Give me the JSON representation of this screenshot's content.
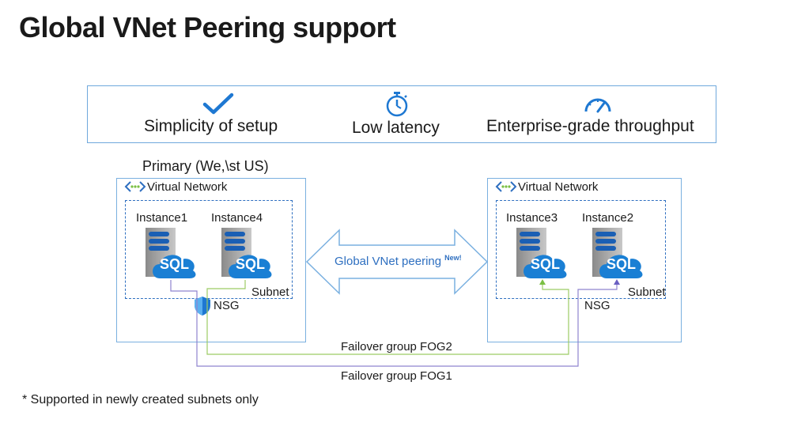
{
  "slide": {
    "title": "Global VNet Peering support",
    "features": [
      {
        "icon": "checkmark-icon",
        "label": "Simplicity of setup"
      },
      {
        "icon": "stopwatch-icon",
        "label": "Low latency"
      },
      {
        "icon": "speedometer-icon",
        "label": "Enterprise-grade throughput"
      }
    ],
    "primary": {
      "region_label": "Primary (We,\\st US)",
      "vnet_label": "Virtual Network",
      "instances": [
        "Instance1",
        "Instance4"
      ],
      "subnet_label": "Subnet",
      "nsg_label": "NSG"
    },
    "secondary": {
      "vnet_label": "Virtual Network",
      "instances": [
        "Instance3",
        "Instance2"
      ],
      "subnet_label": "Subnet",
      "nsg_label": "NSG"
    },
    "peering": {
      "label": "Global VNet peering",
      "badge": "New!"
    },
    "failover_groups": [
      "Failover group FOG2",
      "Failover group FOG1"
    ],
    "sql_label": "SQL",
    "footnote": "* Supported in newly created  subnets only",
    "colors": {
      "accent_blue": "#2e6fc0",
      "fog2_line": "#7ac043",
      "fog1_line": "#7b68c6",
      "sql_cloud": "#1a7fd4"
    }
  }
}
